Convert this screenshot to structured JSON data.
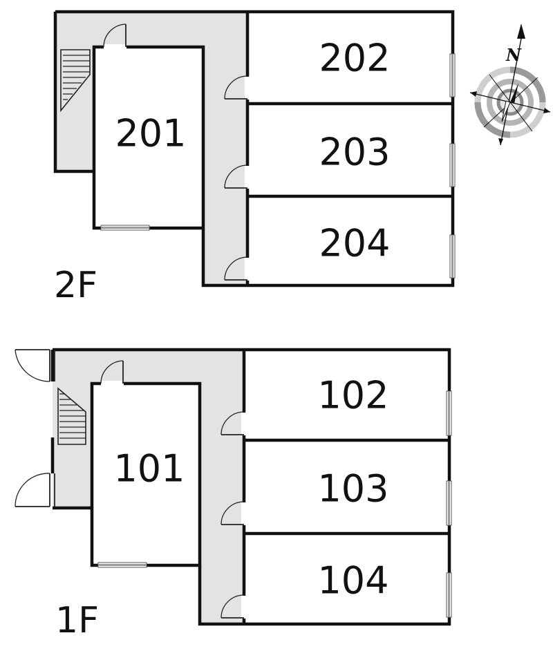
{
  "floors": {
    "upper": {
      "label": "2F",
      "rooms": {
        "r1": "201",
        "r2": "202",
        "r3": "203",
        "r4": "204"
      }
    },
    "lower": {
      "label": "1F",
      "rooms": {
        "r1": "101",
        "r2": "102",
        "r3": "103",
        "r4": "104"
      }
    }
  },
  "compass": {
    "north_label": "N",
    "icon": "compass-rose-icon"
  },
  "colors": {
    "wall": "#111111",
    "corridor": "#e3e3e3",
    "window": "#9a9a9a"
  }
}
